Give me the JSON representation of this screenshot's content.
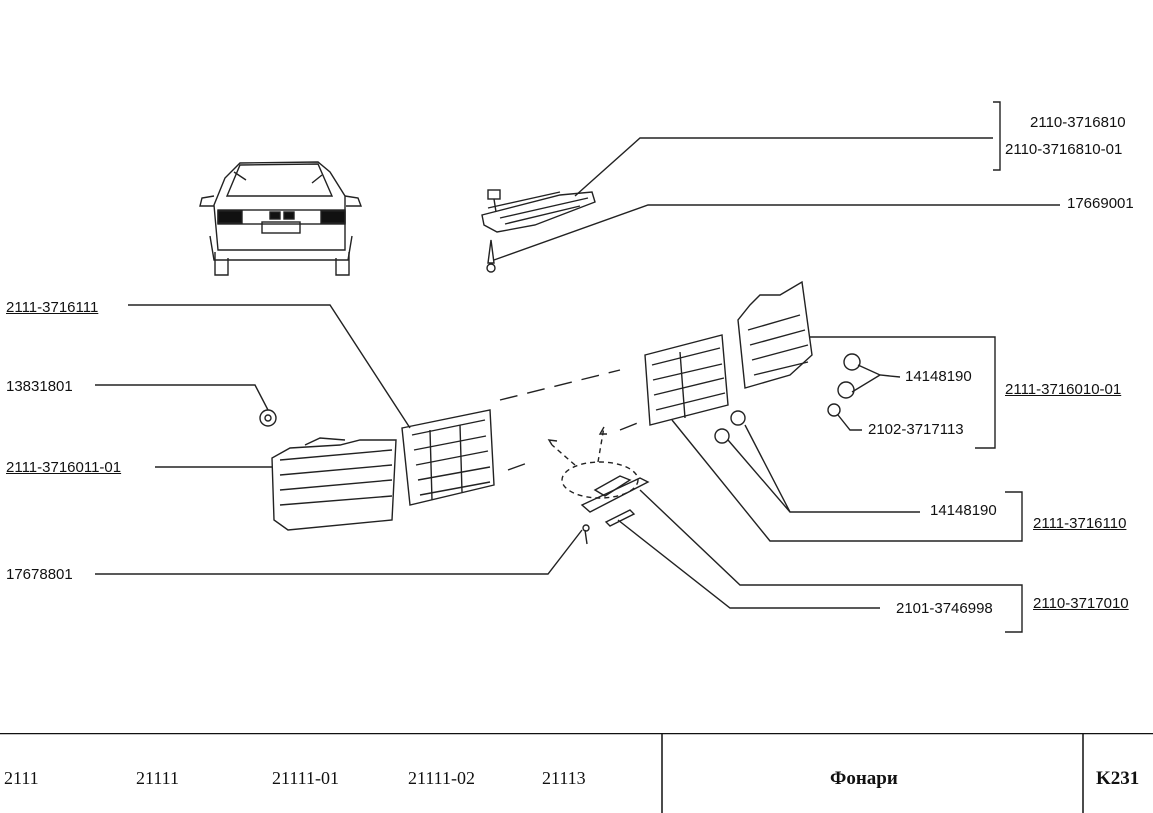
{
  "callouts": {
    "brake_light_1": "2110-3716810",
    "brake_light_2": "2110-3716810-01",
    "screw_top": "17669001",
    "left_outer_lamp": "2111-3716111",
    "left_nut": "13831801",
    "left_lamp_assembly": "2111-3716011-01",
    "screw_bottom": "17678801",
    "right_bulb_1": "14148190",
    "right_bulb_2": "2102-3717113",
    "right_lamp_assembly": "2111-3716010-01",
    "inner_bulbs": "14148190",
    "inner_lamp": "2111-3716110",
    "plate_lamp_gasket": "2101-3746998",
    "plate_lamp": "2110-3717010"
  },
  "footer": {
    "models": [
      "2111",
      "21111",
      "21111-01",
      "21111-02",
      "21113"
    ],
    "title": "Фонари",
    "code": "K231"
  }
}
